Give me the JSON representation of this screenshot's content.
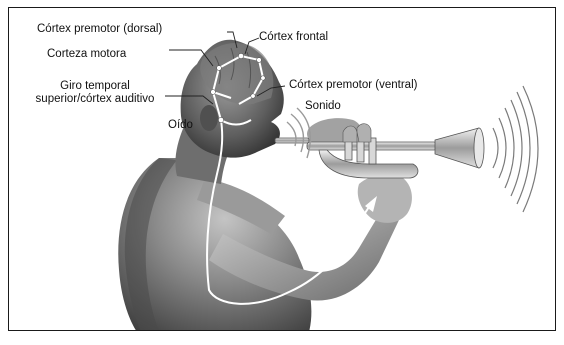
{
  "labels": {
    "premotor_dorsal": "Córtex premotor (dorsal)",
    "motora": "Corteza motora",
    "frontal": "Córtex frontal",
    "premotor_ventral": "Córtex premotor (ventral)",
    "giro_line1": "Giro temporal",
    "giro_line2": "superior/córtex auditivo",
    "oido": "Oído",
    "sonido": "Sonido"
  },
  "colors": {
    "skin_dark": "#3a3a3a",
    "skin_mid": "#7a7a7a",
    "skin_light": "#b8b8b8",
    "brass": "#c9c9c9",
    "pathway": "#ffffff",
    "leader_line": "#222222",
    "frame": "#1a1a1a"
  }
}
